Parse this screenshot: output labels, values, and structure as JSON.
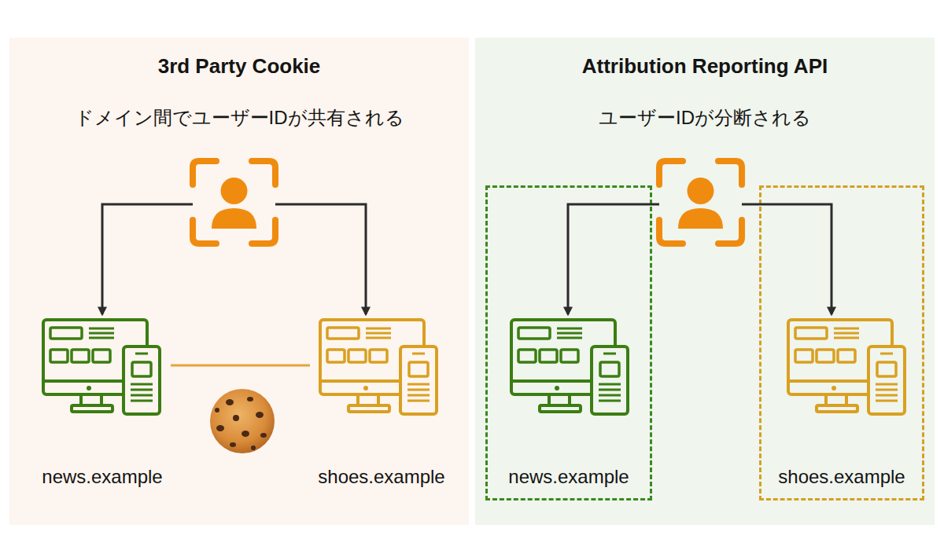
{
  "diagram": {
    "nodes": [
      {
        "text": [
          "3rd Party Cookie",
          "ドメイン間でユーザーIDが共有される"
        ]
      },
      {
        "text": [
          "news.example"
        ],
        "in": 0
      },
      {
        "text": [
          "shoes.example"
        ],
        "in": 0
      },
      {
        "text": [
          "Attribution Reporting API",
          "ユーザーIDが分断される"
        ]
      },
      {
        "text": [
          "news.example"
        ],
        "in": 3
      },
      {
        "text": [
          "shoes.example"
        ],
        "in": 3
      }
    ],
    "edges": [
      {
        "from": 1,
        "to": 2,
        "arrow": "none"
      }
    ]
  }
}
